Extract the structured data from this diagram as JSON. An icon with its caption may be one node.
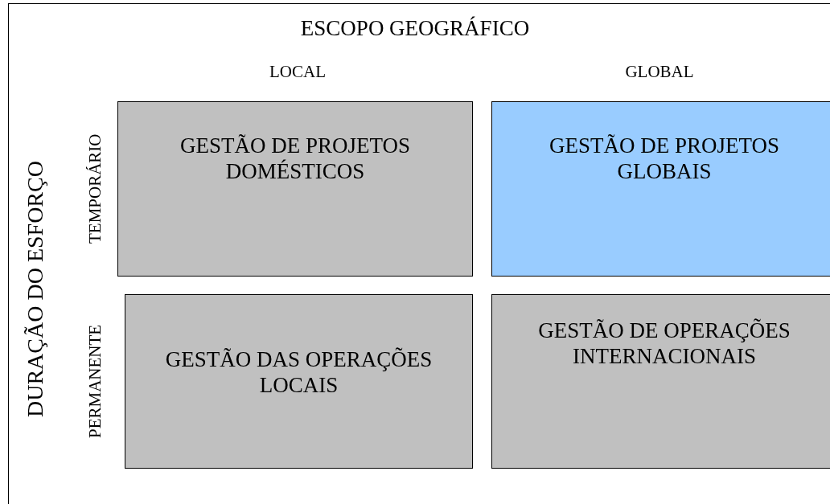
{
  "diagram": {
    "nodes": [
      {
        "text": [
          "GESTÃO DE PROJETOS DOMÉSTICOS"
        ]
      },
      {
        "text": [
          "GESTÃO DE PROJETOS GLOBAIS"
        ]
      },
      {
        "text": [
          "GESTÃO DAS OPERAÇÕES LOCAIS"
        ]
      },
      {
        "text": [
          "GESTÃO DE OPERAÇÕES INTERNACIONAIS"
        ]
      }
    ],
    "edges": [],
    "labels": [
      "ESCOPO GEOGRÁFICO",
      "LOCAL",
      "GLOBAL",
      "DURAÇÃO DO ESFORÇO",
      "TEMPORÁRIO",
      "PERMANENTE"
    ]
  }
}
